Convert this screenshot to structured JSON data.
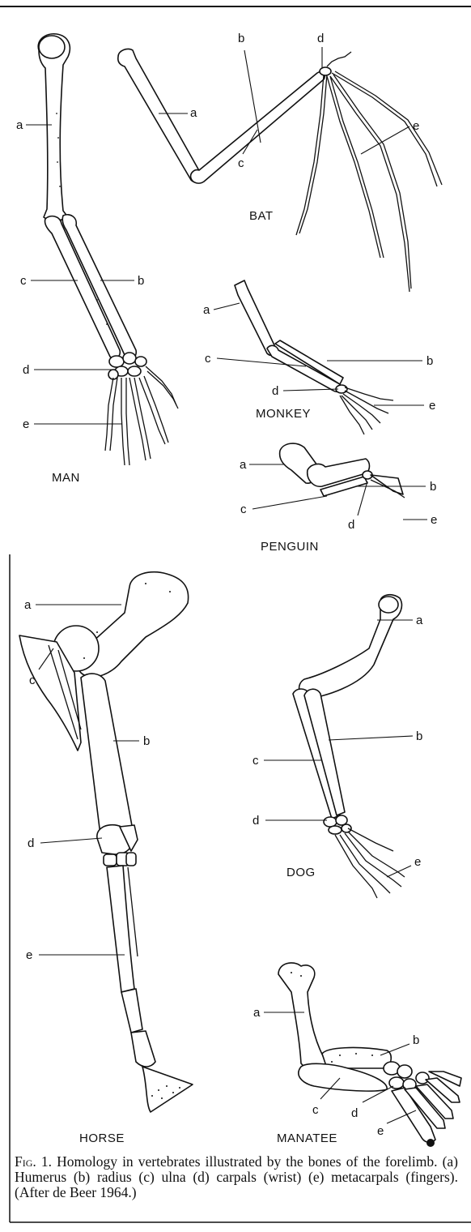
{
  "labels": {
    "a": "a",
    "b": "b",
    "c": "c",
    "d": "d",
    "e": "e"
  },
  "animals": {
    "man": "MAN",
    "bat": "BAT",
    "monkey": "MONKEY",
    "penguin": "PENGUIN",
    "horse": "HORSE",
    "dog": "DOG",
    "manatee": "MANATEE"
  },
  "caption": {
    "fig_id": "Fig. 1.",
    "text": "Homology in vertebrates illustrated by the bones of the forelimb. (a) Humerus (b) radius (c) ulna (d) carpals (wrist) (e) metacarpals (fingers). (After de Beer 1964.)"
  }
}
